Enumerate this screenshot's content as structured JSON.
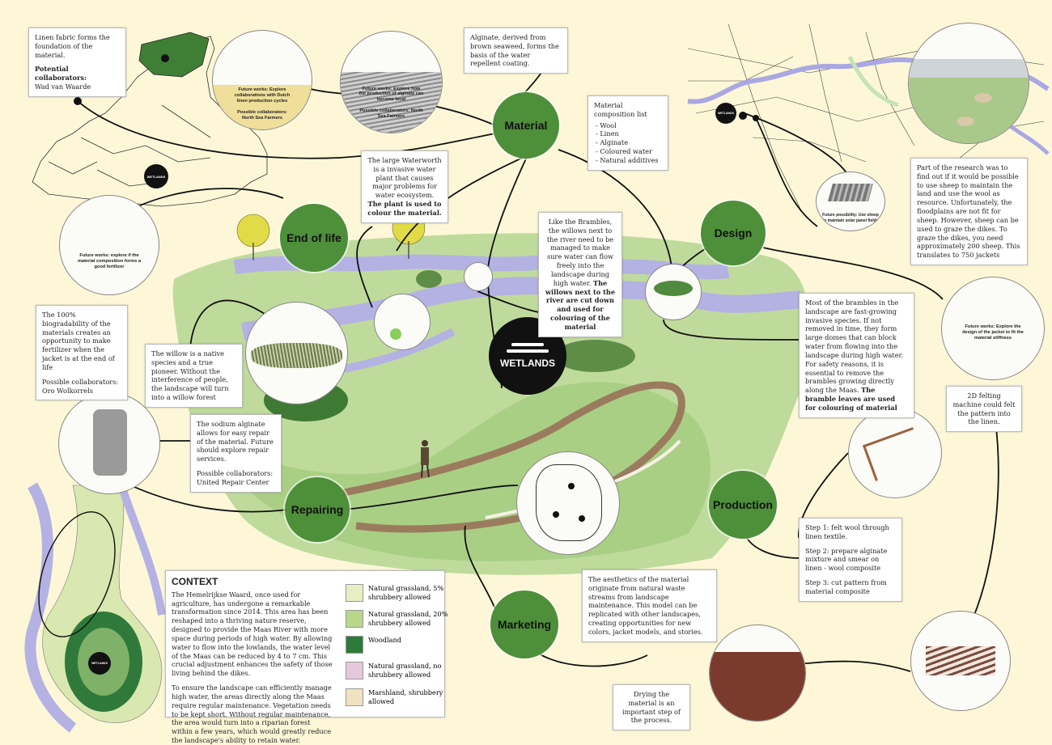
{
  "nodes": {
    "material": "Material",
    "end_of_life": "End of life",
    "design": "Design",
    "repairing": "Repairing",
    "production": "Production",
    "marketing": "Marketing"
  },
  "logo": {
    "text": "WETLANDS"
  },
  "boxes": {
    "linen": {
      "line1": "Linen fabric forms the foundation of the material.",
      "collab_label": "Potential collaborators:",
      "collab": "Wad van Waarde"
    },
    "alginate": "Alginate, derived from brown seaweed, forms the basis of the water repellent coating.",
    "composition": {
      "title": "Material composition list",
      "items": [
        "Wool",
        "Linen",
        "Alginate",
        "Coloured water",
        "Natural additives"
      ]
    },
    "waterworth": {
      "text": "The large Waterworth is a invasive water plant that causes major problems for water ecosystem.",
      "bold": "The plant is used to colour the material."
    },
    "willows_river": {
      "text": "Like the Brambles, the willows next to the river need to be managed to make sure water can flow freely into the landscape during high water.",
      "bold": "The willows next to the river are cut down and used for colouring of the material"
    },
    "sheep": "Part of the research was to find out if it would be possible to use sheep to maintain the land and use the wool as resource. Unfortunately, the floodplains are not fit for sheep. However, sheep can be used to graze the dikes. To graze the dikes, you need approximately 200 sheep. This translates to 750 jackets",
    "biodegrad": {
      "text": "The 100% biogradability of the materials creates an opportunity to make fertilizer when the jacket is at the end of life",
      "collab": "Possible collaborators: Oro Wolkorrels"
    },
    "willow": "The willow is a native species and a true pioneer. Without the interference of people, the landscape will turn into a willow forest",
    "brambles": {
      "text": "Most of the brambles in the landscape are fast-growing invasive species. If not removed in time, they form large domes that can block water from flowing into the landscape during high water. For safety reasons, it is essential to remove the brambles growing directly along the Maas.",
      "bold": "The bramble leaves are used for colouring of material"
    },
    "sodium": {
      "text": "The sodium alginate allows for easy repair of the material. Future should explore repair services.",
      "collab": "Possible collaborators: United Repair Center"
    },
    "felting": "2D felting machine could felt the pattern into the linen.",
    "steps": [
      "Step 1: felt wool through linen textile.",
      "Step 2: prepare alginate mixture and smear on linen - wool composite",
      "Step 3: cut pattern from material composite"
    ],
    "aesthetics": "The aesthetics of the material originate from natural waste streams from landscape maintenance. This model can be replicated with other landscapes, creating opportunities for new colors, jacket models, and stories.",
    "drying": "Drying the material is an important step of the process."
  },
  "captions": {
    "linen_future": "Future works: Explore collaborations with Dutch linen production cycles",
    "linen_possible": "Possible collaborators: North Sea Farmers",
    "alginate_future": "Future works: Explore how the production of alginate can become local",
    "alginate_possible": "Possible collaborators: North Sea Farmers",
    "fertilizer": "Future works: explore if the material composition forms a good fertilizer",
    "solar": "Future possibility: Use sheep to maintain solar panel fields",
    "design_future": "Future works: Explore the design of the jacket to fit the material stiffness"
  },
  "context": {
    "title": "CONTEXT",
    "p1": "The Hemelrijkse Waard, once used for agriculture, has undergone a remarkable transformation since 2014. This area has been reshaped into a thriving nature reserve, designed to provide the Maas River with more space during periods of high water. By allowing water to flow into the lowlands, the water level of the Maas can be reduced by 4 to 7 cm. This crucial adjustment enhances the safety of those living behind the dikes.",
    "p2": "To ensure the landscape can efficiently manage high water, the areas directly along the Maas require regular maintenance. Vegetation needs to be kept short. Without regular maintenance, the area would turn into a riparian forest within a few years, which would greatly reduce the landscape's ability to retain water."
  },
  "legend": [
    {
      "label": "Natural grassland, 5% shrubbery allowed",
      "color": "#e6efc2"
    },
    {
      "label": "Natural grassland, 20% shrubbery allowed",
      "color": "#b9d68c"
    },
    {
      "label": "Woodland",
      "color": "#2f7a3a"
    },
    {
      "label": "Natural grassland, no shrubbery allowed",
      "color": "#e6c8dc"
    },
    {
      "label": "Marshland, shrubbery allowed",
      "color": "#efe2c0"
    }
  ],
  "colors": {
    "node": "#4e8f3a",
    "background": "#fdf7d8",
    "water": "#b9b7e6",
    "grass": "#a9cf85"
  }
}
